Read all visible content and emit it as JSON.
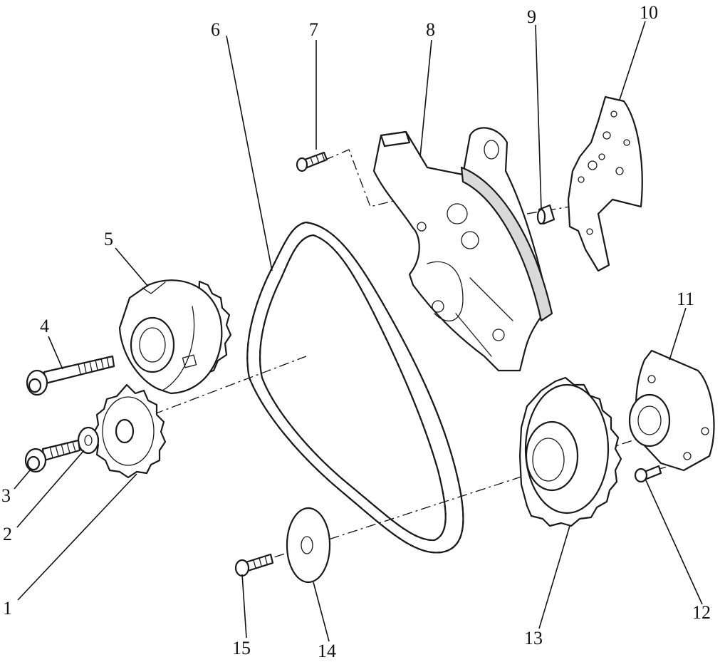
{
  "callouts": {
    "c1": "1",
    "c2": "2",
    "c3": "3",
    "c4": "4",
    "c5": "5",
    "c6": "6",
    "c7": "7",
    "c8": "8",
    "c9": "9",
    "c10": "10",
    "c11": "11",
    "c12": "12",
    "c13": "13",
    "c14": "14",
    "c15": "15"
  },
  "colors": {
    "line": "#1a1a1a",
    "background": "#ffffff",
    "shade": "#d9d9d9"
  }
}
